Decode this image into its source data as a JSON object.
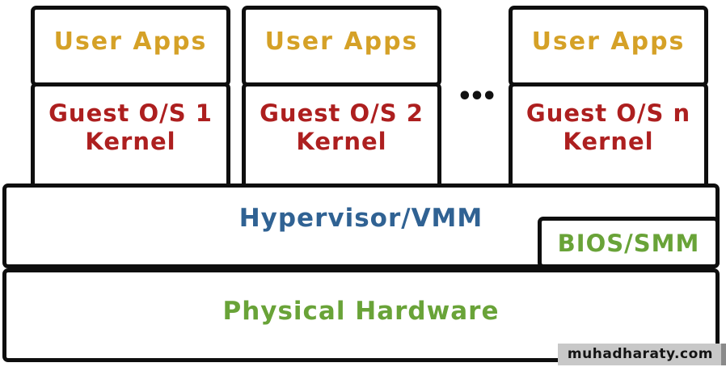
{
  "diagram_title": "virtualization-architecture",
  "guest_stacks": [
    {
      "apps_label": "User Apps",
      "os_line1": "Guest O/S 1",
      "os_line2": "Kernel"
    },
    {
      "apps_label": "User Apps",
      "os_line1": "Guest O/S 2",
      "os_line2": "Kernel"
    },
    {
      "apps_label": "User Apps",
      "os_line1": "Guest O/S n",
      "os_line2": "Kernel"
    }
  ],
  "ellipsis": "•••",
  "hypervisor_label": "Hypervisor/VMM",
  "bios_label": "BIOS/SMM",
  "hardware_label": "Physical Hardware",
  "watermark": "muhadharaty.com",
  "colors": {
    "apps_text": "#d5a127",
    "guest_os_text": "#ad1f1f",
    "hypervisor_text": "#306293",
    "bios_text": "#69a338",
    "hardware_text": "#69a338",
    "border": "#0e0e0e",
    "watermark_bg": "#c8c8c8",
    "watermark_text": "#141414"
  }
}
